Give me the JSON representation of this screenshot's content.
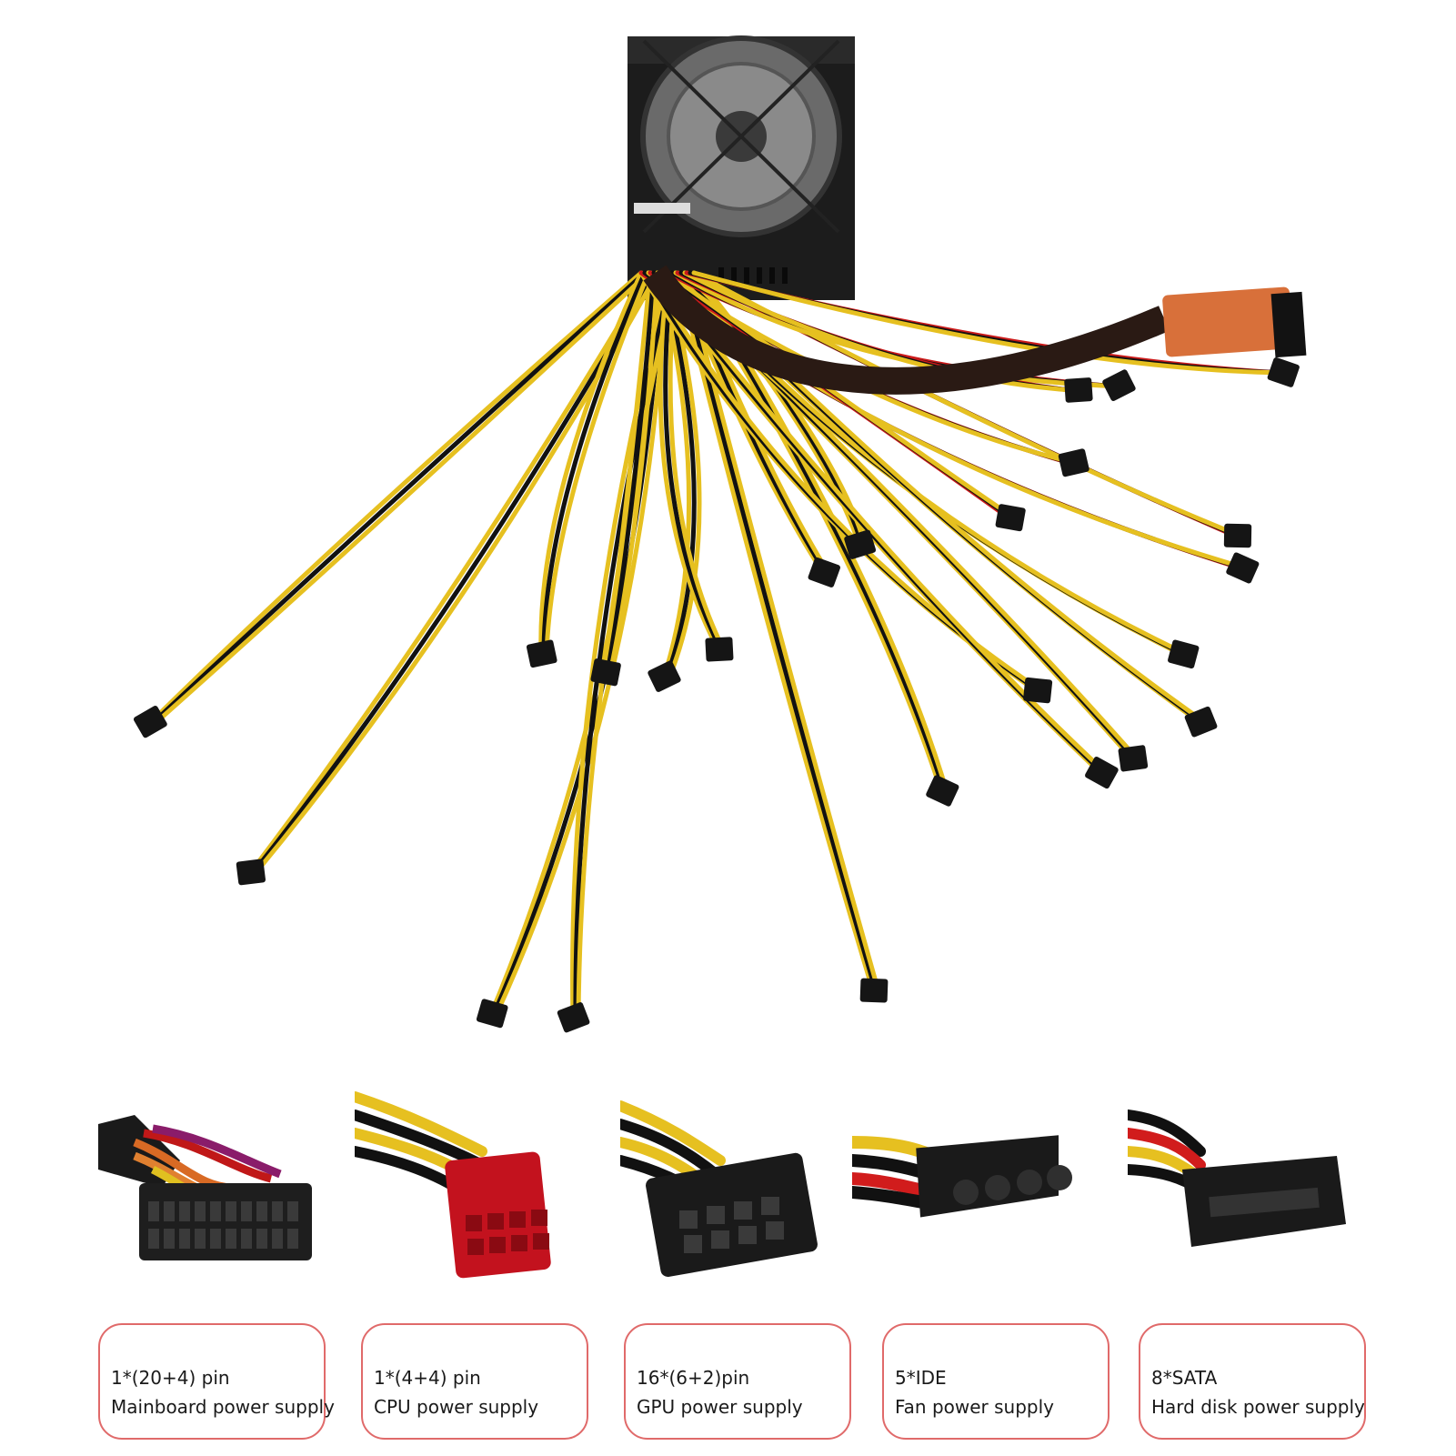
{
  "product": {
    "icon": "psu-with-fan-and-cables"
  },
  "colors": {
    "cable_yellow": "#e6c020",
    "cable_black": "#111111",
    "cable_red": "#cc1a1a",
    "psu_body": "#1c1c1c",
    "card_border": "#e06a6a",
    "cpu_connector": "#c3121e"
  },
  "connectors": [
    {
      "icon": "atx-24pin-connector-icon",
      "count": "1*(20+4) pin",
      "description": "Mainboard power supply"
    },
    {
      "icon": "cpu-8pin-connector-icon",
      "count": "1*(4+4) pin",
      "description": "CPU power supply"
    },
    {
      "icon": "pcie-8pin-connector-icon",
      "count": "16*(6+2)pin",
      "description": "GPU power supply"
    },
    {
      "icon": "molex-ide-connector-icon",
      "count": "5*IDE",
      "description": "Fan power supply"
    },
    {
      "icon": "sata-connector-icon",
      "count": "8*SATA",
      "description": "Hard disk power supply"
    }
  ]
}
